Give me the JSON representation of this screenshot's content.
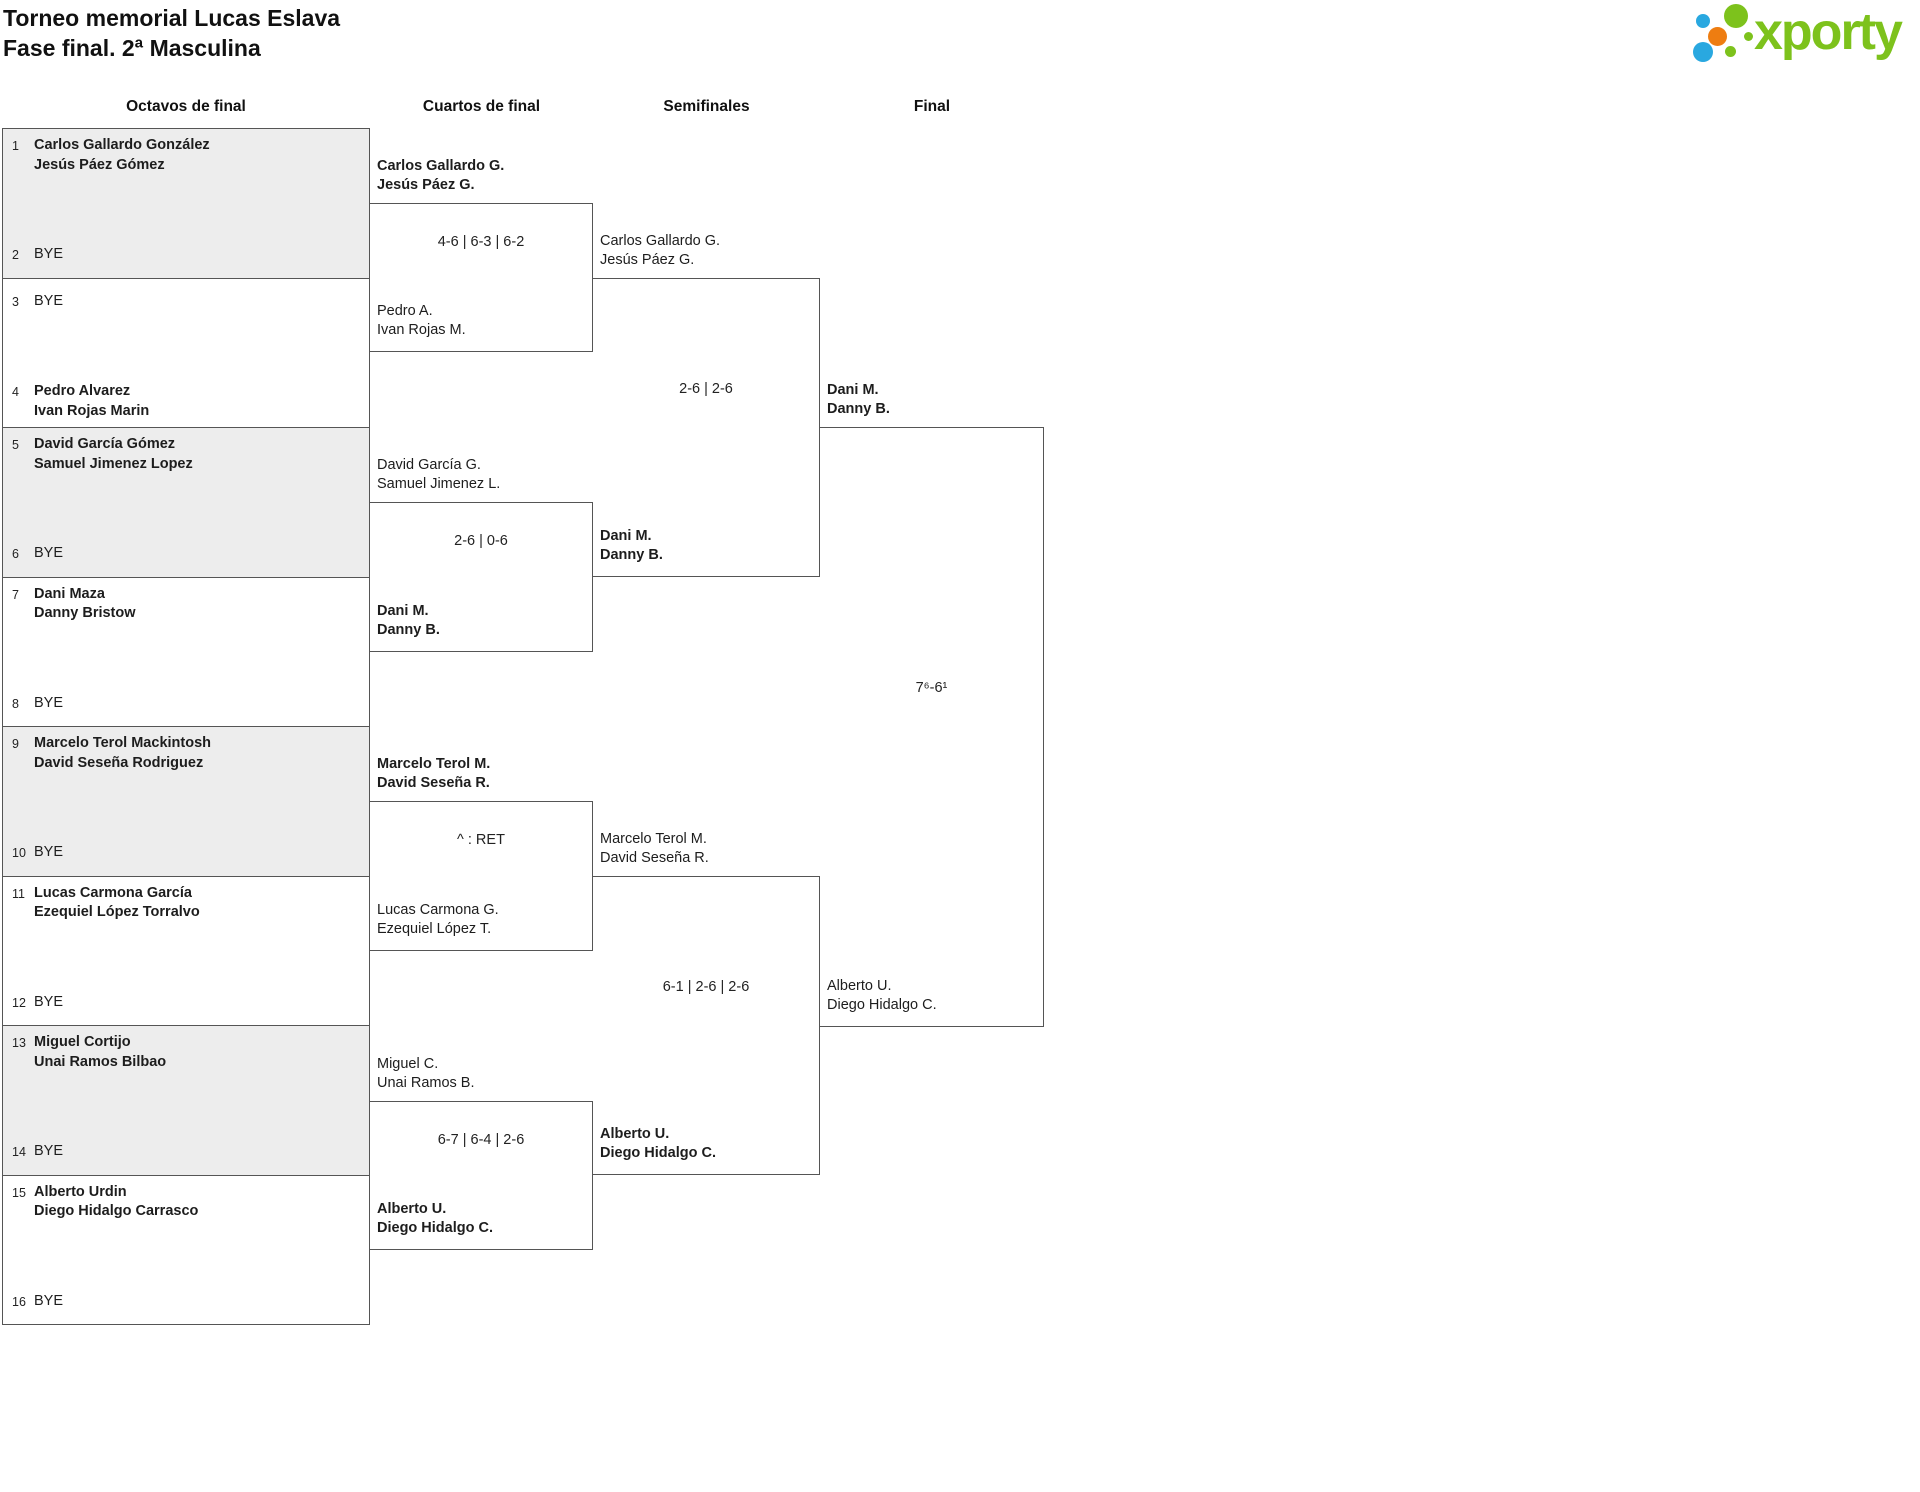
{
  "header": {
    "title_line1": "Torneo memorial Lucas Eslava",
    "title_line2": "Fase final. 2ª Masculina",
    "logo_text": "xporty"
  },
  "colors": {
    "logo_green": "#7dc21c",
    "logo_blue": "#29a8e0",
    "logo_orange": "#ee7d11",
    "shaded": "#ededed",
    "border": "#555555"
  },
  "rounds": {
    "r16": "Octavos de final",
    "qf": "Cuartos de final",
    "sf": "Semifinales",
    "final": "Final"
  },
  "r16": [
    {
      "seed": "1",
      "line1": "Carlos Gallardo González",
      "line2": "Jesús Páez Gómez",
      "bold": true
    },
    {
      "seed": "2",
      "line1": "BYE",
      "bold": false
    },
    {
      "seed": "3",
      "line1": "BYE",
      "bold": false
    },
    {
      "seed": "4",
      "line1": "Pedro Alvarez",
      "line2": "Ivan Rojas Marin",
      "bold": true
    },
    {
      "seed": "5",
      "line1": "David García Gómez",
      "line2": "Samuel Jimenez Lopez",
      "bold": true
    },
    {
      "seed": "6",
      "line1": "BYE",
      "bold": false
    },
    {
      "seed": "7",
      "line1": "Dani Maza",
      "line2": "Danny Bristow",
      "bold": true
    },
    {
      "seed": "8",
      "line1": "BYE",
      "bold": false
    },
    {
      "seed": "9",
      "line1": "Marcelo Terol Mackintosh",
      "line2": "David Seseña Rodriguez",
      "bold": true
    },
    {
      "seed": "10",
      "line1": "BYE",
      "bold": false
    },
    {
      "seed": "11",
      "line1": "Lucas Carmona García",
      "line2": "Ezequiel López Torralvo",
      "bold": true
    },
    {
      "seed": "12",
      "line1": "BYE",
      "bold": false
    },
    {
      "seed": "13",
      "line1": "Miguel Cortijo",
      "line2": "Unai Ramos Bilbao",
      "bold": true
    },
    {
      "seed": "14",
      "line1": "BYE",
      "bold": false
    },
    {
      "seed": "15",
      "line1": "Alberto Urdin",
      "line2": "Diego Hidalgo Carrasco",
      "bold": true
    },
    {
      "seed": "16",
      "line1": "BYE",
      "bold": false
    }
  ],
  "matches": {
    "qf1": {
      "top1": "Carlos Gallardo G.",
      "top2": "Jesús Páez G.",
      "top_bold": true,
      "score": "4-6 | 6-3 | 6-2",
      "bot1": "Pedro A.",
      "bot2": "Ivan Rojas M.",
      "bot_bold": false
    },
    "qf2": {
      "top1": "David García G.",
      "top2": "Samuel Jimenez L.",
      "top_bold": false,
      "score": "2-6 | 0-6",
      "bot1": "Dani M.",
      "bot2": "Danny B.",
      "bot_bold": true
    },
    "qf3": {
      "top1": "Marcelo Terol M.",
      "top2": "David Seseña R.",
      "top_bold": true,
      "score": "^ : RET",
      "bot1": "Lucas Carmona G.",
      "bot2": "Ezequiel López T.",
      "bot_bold": false
    },
    "qf4": {
      "top1": "Miguel C.",
      "top2": "Unai Ramos B.",
      "top_bold": false,
      "score": "6-7 | 6-4 | 2-6",
      "bot1": "Alberto U.",
      "bot2": "Diego Hidalgo C.",
      "bot_bold": true
    },
    "sf1": {
      "top1": "Carlos Gallardo G.",
      "top2": "Jesús Páez G.",
      "top_bold": false,
      "score": "2-6 | 2-6",
      "bot1": "Dani M.",
      "bot2": "Danny B.",
      "bot_bold": true
    },
    "sf2": {
      "top1": "Marcelo Terol M.",
      "top2": "David Seseña R.",
      "top_bold": false,
      "score": "6-1 | 2-6 | 2-6",
      "bot1": "Alberto U.",
      "bot2": "Diego Hidalgo C.",
      "bot_bold": true
    },
    "fin": {
      "top1": "Dani M.",
      "top2": "Danny B.",
      "top_bold": true,
      "score": "7⁶-6¹",
      "bot1": "Alberto U.",
      "bot2": "Diego Hidalgo C.",
      "bot_bold": false
    }
  }
}
